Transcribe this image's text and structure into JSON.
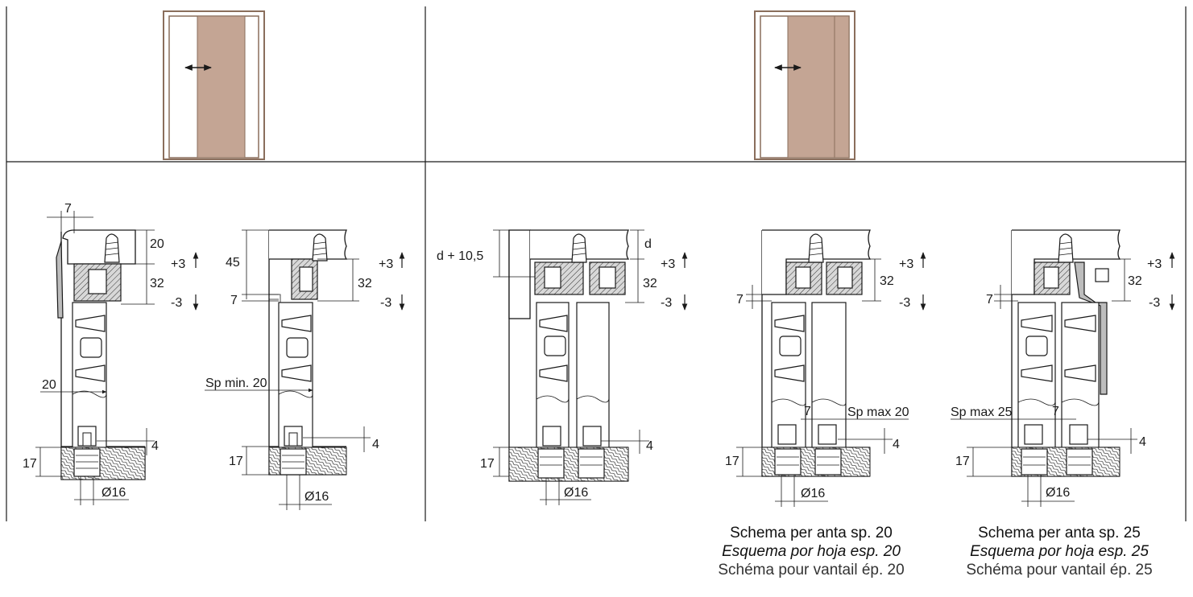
{
  "colors": {
    "door_panel": "#c4a594",
    "frame": "#8a6e5c",
    "line": "#1a1a1a"
  },
  "dimensions": {
    "d1_top_offset": "7",
    "d1_profile_height": "20",
    "d1_track_height": "32",
    "d1_plus": "+3",
    "d1_minus": "-3",
    "d1_door_thickness": "20",
    "d1_bottom_height": "17",
    "d1_guide_gap": "4",
    "d1_diameter": "Ø16",
    "d2_top_height": "45",
    "d2_gap": "7",
    "d2_track_height": "32",
    "d2_plus": "+3",
    "d2_minus": "-3",
    "d2_door_thickness": "Sp min. 20",
    "d2_bottom_height": "17",
    "d2_guide_gap": "4",
    "d2_diameter": "Ø16",
    "d3_offset": "d + 10,5",
    "d3_d": "d",
    "d3_plus": "+3",
    "d3_track_height": "32",
    "d3_minus": "-3",
    "d3_bottom_height": "17",
    "d3_guide_gap": "4",
    "d3_diameter": "Ø16",
    "d4_gap_top": "7",
    "d4_plus": "+3",
    "d4_track_height": "32",
    "d4_minus": "-3",
    "d4_gap_mid": "7",
    "d4_door_thickness": "Sp max 20",
    "d4_bottom_height": "17",
    "d4_guide_gap": "4",
    "d4_diameter": "Ø16",
    "d5_gap_top": "7",
    "d5_plus": "+3",
    "d5_track_height": "32",
    "d5_minus": "-3",
    "d5_door_thickness": "Sp max 25",
    "d5_gap_mid": "7",
    "d5_bottom_height": "17",
    "d5_guide_gap": "4",
    "d5_diameter": "Ø16"
  },
  "captions": {
    "sp20": {
      "it": "Schema per anta sp. 20",
      "es": "Esquema por hoja esp. 20",
      "fr": "Schéma pour vantail ép. 20"
    },
    "sp25": {
      "it": "Schema per anta sp. 25",
      "es": "Esquema por hoja esp. 25",
      "fr": "Schéma pour vantail ép. 25"
    }
  }
}
